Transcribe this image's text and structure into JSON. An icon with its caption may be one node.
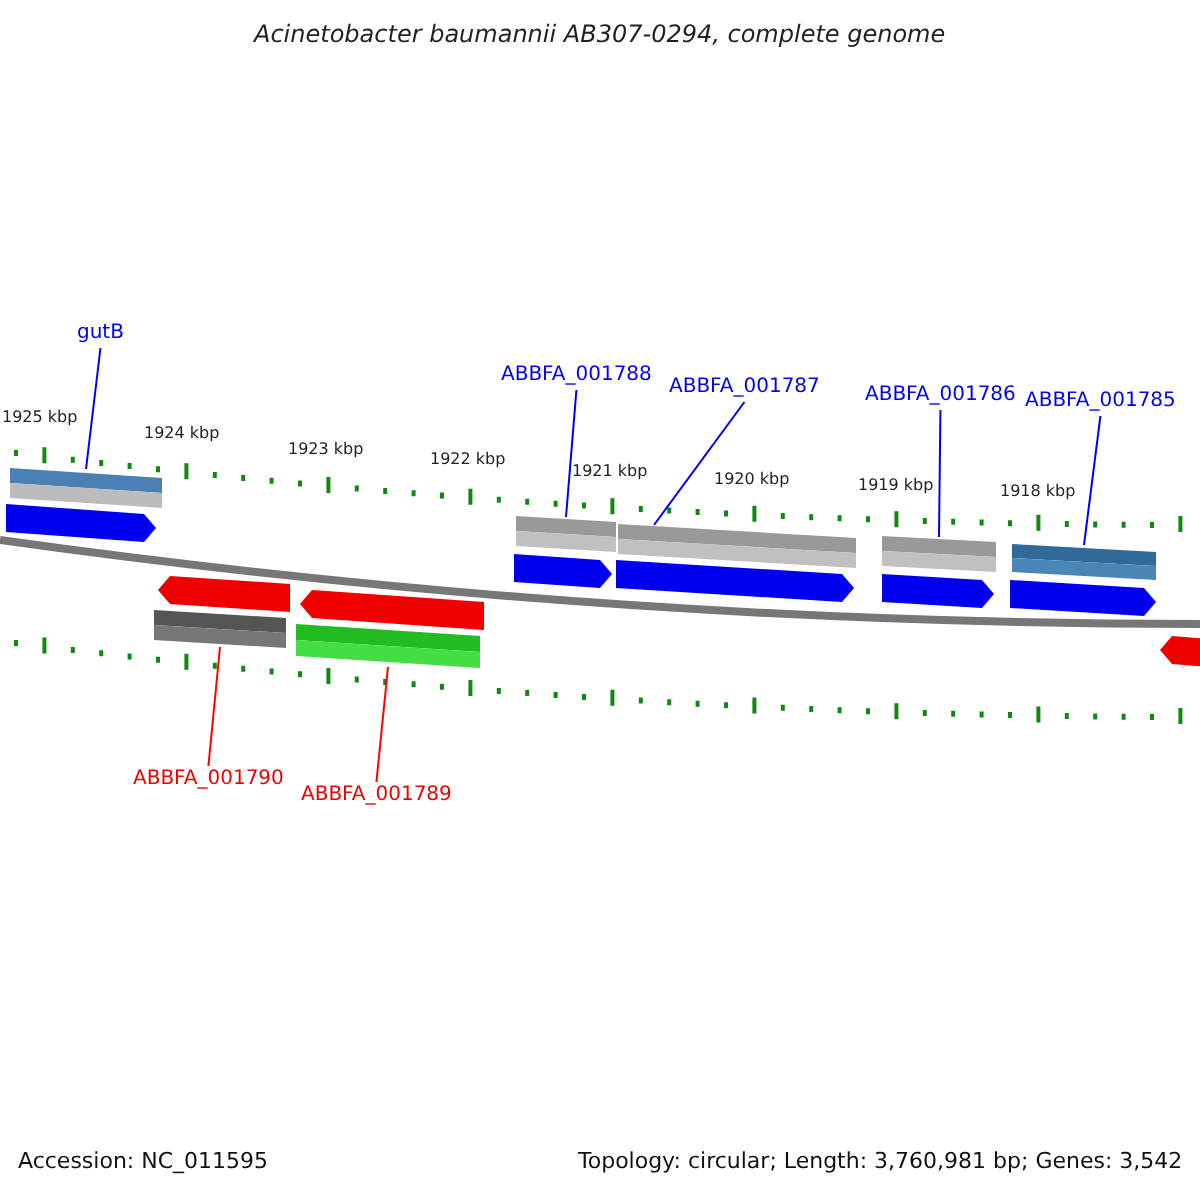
{
  "diagram": {
    "title": "Acinetobacter baumannii AB307-0294, complete genome",
    "nodes": [
      {
        "text": [
          "gutB"
        ]
      },
      {
        "text": [],
        "shape": "bar"
      },
      {
        "text": [
          "ABBFA_001788"
        ]
      },
      {
        "text": [],
        "shape": "bar"
      },
      {
        "text": [
          "ABBFA_001787"
        ]
      },
      {
        "text": [],
        "shape": "bar"
      },
      {
        "text": [
          "ABBFA_001786"
        ]
      },
      {
        "text": [],
        "shape": "bar"
      },
      {
        "text": [
          "ABBFA_001785"
        ]
      },
      {
        "text": [],
        "shape": "bar"
      },
      {
        "text": [
          "ABBFA_001790"
        ]
      },
      {
        "text": [],
        "shape": "bar"
      },
      {
        "text": [
          "ABBFA_001789"
        ]
      },
      {
        "text": [],
        "shape": "bar"
      },
      {
        "text": [],
        "shape": "arrow"
      },
      {
        "text": [],
        "shape": "arrow"
      },
      {
        "text": [],
        "shape": "arrow"
      },
      {
        "text": [],
        "shape": "arrow"
      },
      {
        "text": [],
        "shape": "arrow"
      },
      {
        "text": [],
        "shape": "arrow"
      },
      {
        "text": [],
        "shape": "arrow"
      },
      {
        "text": [],
        "shape": "arrow"
      }
    ],
    "edges": [
      {
        "from": 0,
        "to": 1,
        "arrow": "none"
      },
      {
        "from": 2,
        "to": 3,
        "arrow": "none"
      },
      {
        "from": 4,
        "to": 5,
        "arrow": "none"
      },
      {
        "from": 6,
        "to": 7,
        "arrow": "none"
      },
      {
        "from": 8,
        "to": 9,
        "arrow": "none"
      },
      {
        "from": 10,
        "to": 11,
        "arrow": "none",
        "color": "#ff0000"
      },
      {
        "from": 12,
        "to": 13,
        "arrow": "none",
        "color": "#ff0000"
      }
    ],
    "labels": [
      "1925 kbp",
      "1924 kbp",
      "1923 kbp",
      "1922 kbp",
      "1921 kbp",
      "1920 kbp",
      "1919 kbp",
      "1918 kbp",
      "Accession: NC_011595",
      "Topology: circular; Length: 3,760,981 bp; Genes: 3,542"
    ]
  }
}
